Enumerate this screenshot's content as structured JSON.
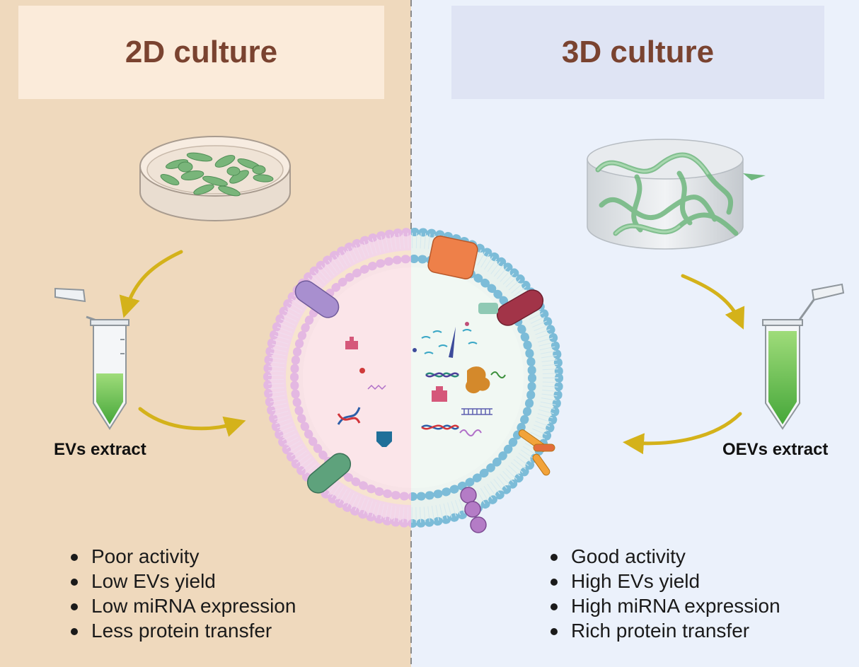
{
  "left": {
    "title": "2D culture",
    "extract_label": "EVs extract",
    "bullets": [
      "Poor activity",
      "Low EVs yield",
      "Low miRNA expression",
      "Less protein transfer"
    ]
  },
  "right": {
    "title": "3D culture",
    "extract_label": "OEVs extract",
    "bullets": [
      "Good activity",
      "High EVs yield",
      "High miRNA expression",
      "Rich protein transfer"
    ]
  },
  "colors": {
    "left_background": "#efd9bd",
    "right_background": "#ebf1fb",
    "title_text": "#7a4330",
    "arrow": "#d4b21a",
    "left_membrane": "#e4b8e2",
    "right_membrane": "#7cbcd8",
    "cell_green": "#6cae6a"
  }
}
